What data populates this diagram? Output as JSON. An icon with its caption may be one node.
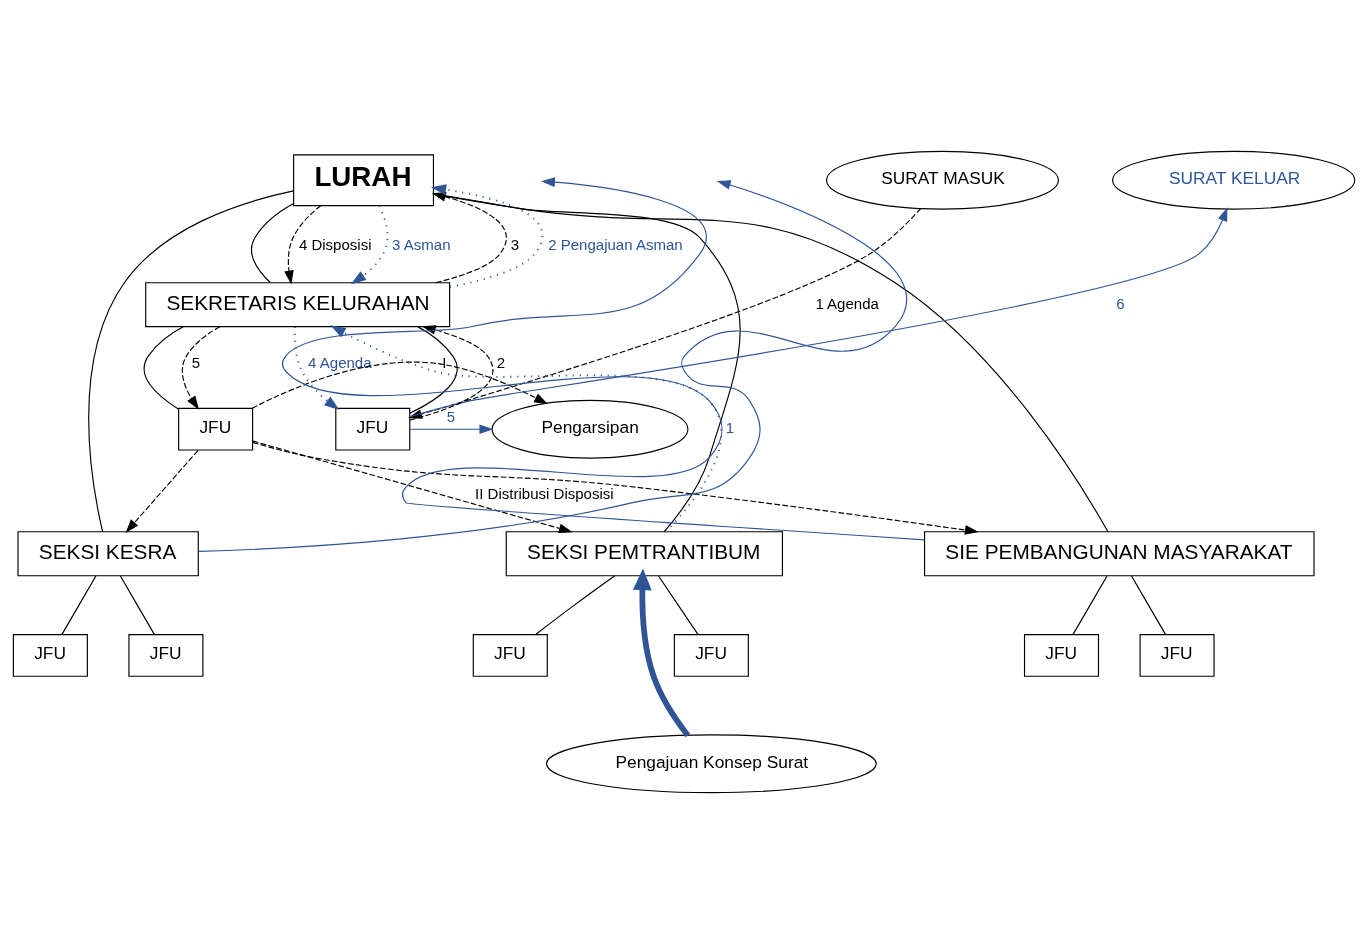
{
  "diagram": {
    "nodes": [
      {
        "text": [
          "LURAH"
        ]
      },
      {
        "text": [
          "SURAT KELUAR"
        ]
      },
      {
        "text": [
          "SURAT MASUK"
        ]
      },
      {
        "text": [
          "SEKRETARIS KELURAHAN"
        ]
      },
      {
        "text": [
          "JFU"
        ]
      },
      {
        "text": [
          "JFU"
        ]
      },
      {
        "text": [
          "Pengarsipan"
        ]
      },
      {
        "text": [
          "SIE PEMBANGUNAN MASYARAKAT"
        ]
      },
      {
        "text": [
          "SEKSI PEMTRANTIBUM"
        ]
      },
      {
        "text": [
          "SEKSI KESRA"
        ]
      },
      {
        "text": [
          "JFU"
        ]
      },
      {
        "text": [
          "JFU"
        ]
      },
      {
        "text": [
          "JFU"
        ]
      },
      {
        "text": [
          "JFU"
        ]
      },
      {
        "text": [
          "JFU"
        ]
      },
      {
        "text": [
          "JFU"
        ]
      },
      {
        "text": [
          "Pengajuan Konsep Surat"
        ]
      }
    ],
    "edges": [
      {
        "from": 0,
        "to": 3,
        "arrow": "none"
      },
      {
        "from": 0,
        "to": 7,
        "arrow": "none"
      },
      {
        "from": 0,
        "to": 8,
        "arrow": "none"
      },
      {
        "from": 0,
        "to": 9,
        "arrow": "none"
      },
      {
        "from": 3,
        "to": 4,
        "arrow": "none"
      },
      {
        "from": 3,
        "to": 5,
        "arrow": "none"
      },
      {
        "from": 7,
        "to": 10,
        "arrow": "none"
      },
      {
        "from": 7,
        "to": 11,
        "arrow": "none"
      },
      {
        "from": 8,
        "to": 12,
        "arrow": "none"
      },
      {
        "from": 8,
        "to": 13,
        "arrow": "none"
      },
      {
        "from": 9,
        "to": 14,
        "arrow": "none"
      },
      {
        "from": 9,
        "to": 15,
        "arrow": "none"
      },
      {
        "from": 2,
        "to": 5,
        "arrow": "to",
        "style": "dashed",
        "label": "1 Agenda"
      },
      {
        "from": 5,
        "to": 3,
        "arrow": "to",
        "style": "dashed",
        "label": "2"
      },
      {
        "from": 3,
        "to": 0,
        "arrow": "to",
        "style": "dashed",
        "label": "3"
      },
      {
        "from": 0,
        "to": 3,
        "arrow": "to",
        "style": "dashed",
        "label": "4 Disposisi"
      },
      {
        "from": 3,
        "to": 4,
        "arrow": "to",
        "style": "dashed",
        "label": "5"
      },
      {
        "from": 4,
        "to": 6,
        "arrow": "to",
        "style": "dashed",
        "label": "I"
      },
      {
        "from": 4,
        "to": 7,
        "arrow": "to",
        "style": "dashed"
      },
      {
        "from": 4,
        "to": 8,
        "arrow": "to",
        "style": "dashed",
        "label": "II Distribusi Disposisi"
      },
      {
        "from": 4,
        "to": 9,
        "arrow": "to",
        "style": "dashed"
      },
      {
        "from": 8,
        "to": 3,
        "arrow": "to",
        "style": "dashed",
        "color": "#2f5597",
        "label": "1"
      },
      {
        "from": 3,
        "to": 0,
        "arrow": "to",
        "style": "dashed",
        "color": "#2f5597",
        "label": "2 Pengajuan Asman"
      },
      {
        "from": 0,
        "to": 3,
        "arrow": "to",
        "style": "dashed",
        "color": "#2f5597",
        "label": "3 Asman"
      },
      {
        "from": 3,
        "to": 5,
        "arrow": "to",
        "style": "dashed",
        "color": "#2f5597",
        "label": "4 Agenda"
      },
      {
        "from": 5,
        "to": 6,
        "arrow": "to",
        "color": "#2f5597",
        "label": "5"
      },
      {
        "from": 5,
        "to": 1,
        "arrow": "to",
        "color": "#2f5597",
        "label": "6"
      },
      {
        "from": 7,
        "to": null,
        "arrow": "to",
        "color": "#2f5597"
      },
      {
        "from": 9,
        "to": null,
        "arrow": "to",
        "color": "#2f5597"
      },
      {
        "from": 16,
        "to": 8,
        "arrow": "to",
        "style": "thick",
        "color": "#2f5597"
      }
    ]
  }
}
